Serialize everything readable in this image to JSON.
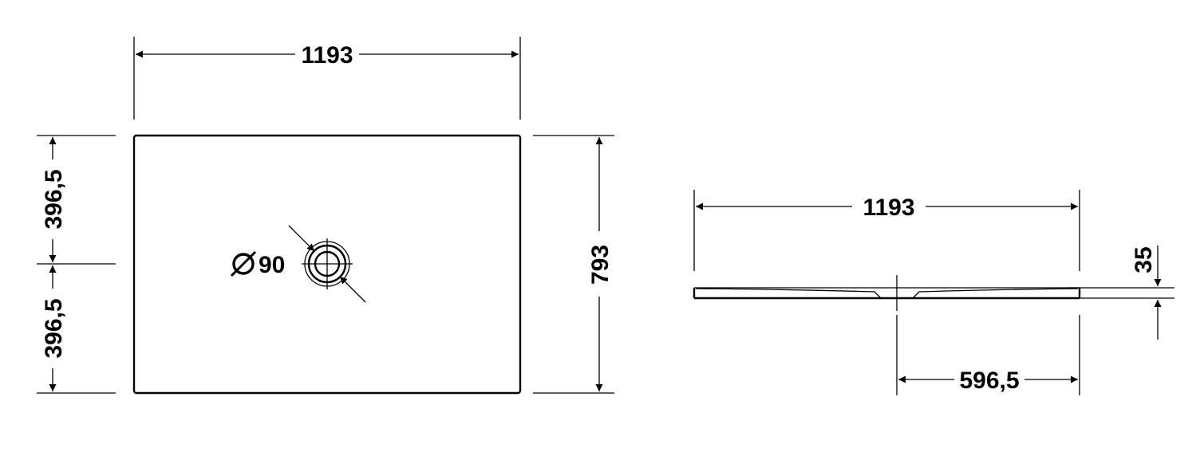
{
  "diagram": {
    "top_view": {
      "width_label": "1193",
      "height_label": "793",
      "upper_half_label": "396,5",
      "lower_half_label": "396,5",
      "drain_diameter_label": "90"
    },
    "side_view": {
      "width_label": "1193",
      "thickness_label": "35",
      "drain_offset_label": "596,5"
    }
  }
}
